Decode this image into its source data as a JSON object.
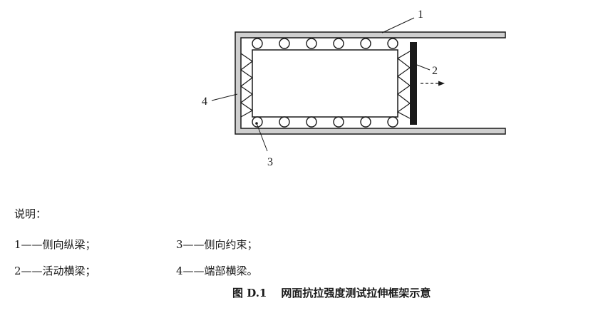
{
  "callouts": {
    "c1": "1",
    "c2": "2",
    "c3": "3",
    "c4": "4"
  },
  "legend": {
    "heading": "说明：",
    "items": [
      "1——侧向纵梁；",
      "2——活动横梁；",
      "3——侧向约束；",
      "4——端部横梁。"
    ]
  },
  "caption": {
    "number": "图 D.1",
    "title": "网面抗拉强度测试拉伸框架示意"
  }
}
